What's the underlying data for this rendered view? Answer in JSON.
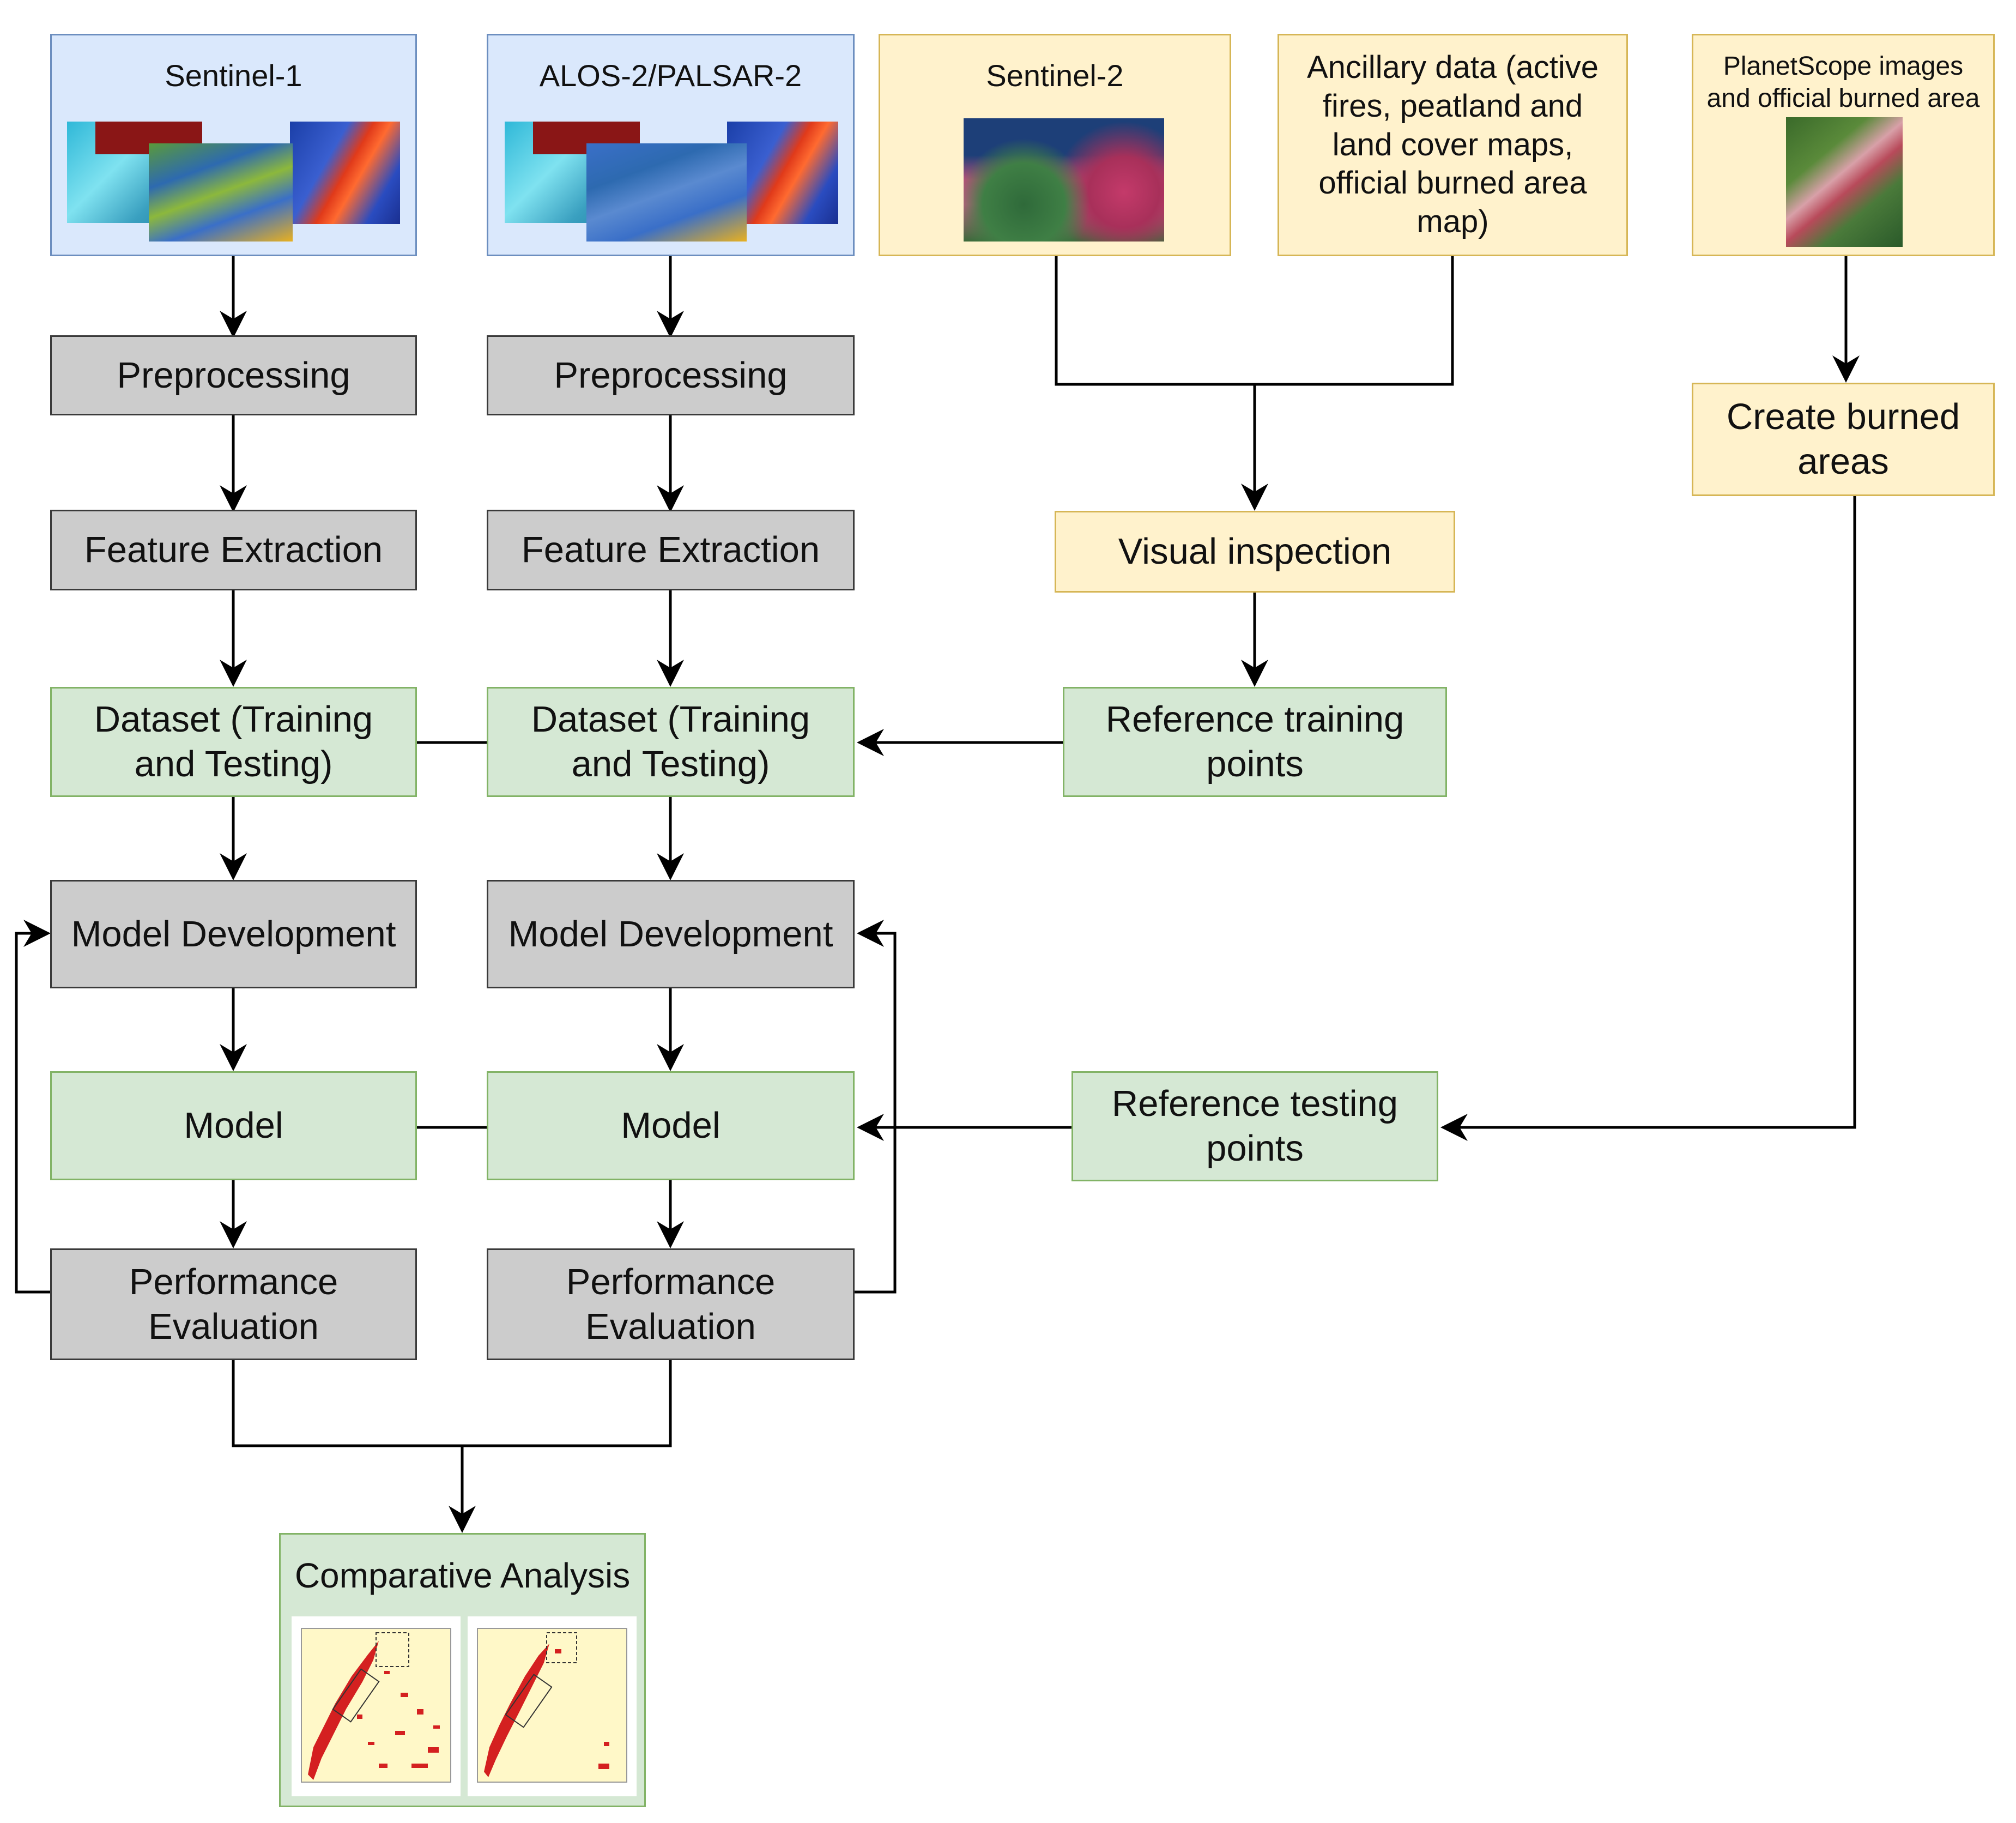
{
  "sources": {
    "sentinel1": "Sentinel-1",
    "alos": "ALOS-2/PALSAR-2",
    "sentinel2": "Sentinel-2",
    "ancillary": "Ancillary data (active fires, peatland and land cover maps, official burned area map)",
    "planetscope": "PlanetScope images and official burned area"
  },
  "steps": {
    "preprocessing": "Preprocessing",
    "feature_extraction": "Feature Extraction",
    "dataset": "Dataset (Training and Testing)",
    "model_development": "Model Development",
    "model": "Model",
    "performance_evaluation": "Performance Evaluation",
    "visual_inspection": "Visual inspection",
    "reference_training": "Reference training points",
    "create_burned": "Create burned areas",
    "reference_testing": "Reference testing points",
    "comparative": "Comparative Analysis"
  },
  "colors": {
    "blue_fill": "#dae8fc",
    "gray_fill": "#cccccc",
    "green_fill": "#d5e8d4",
    "yellow_fill": "#fff2cc",
    "burned_red": "#d42020"
  }
}
